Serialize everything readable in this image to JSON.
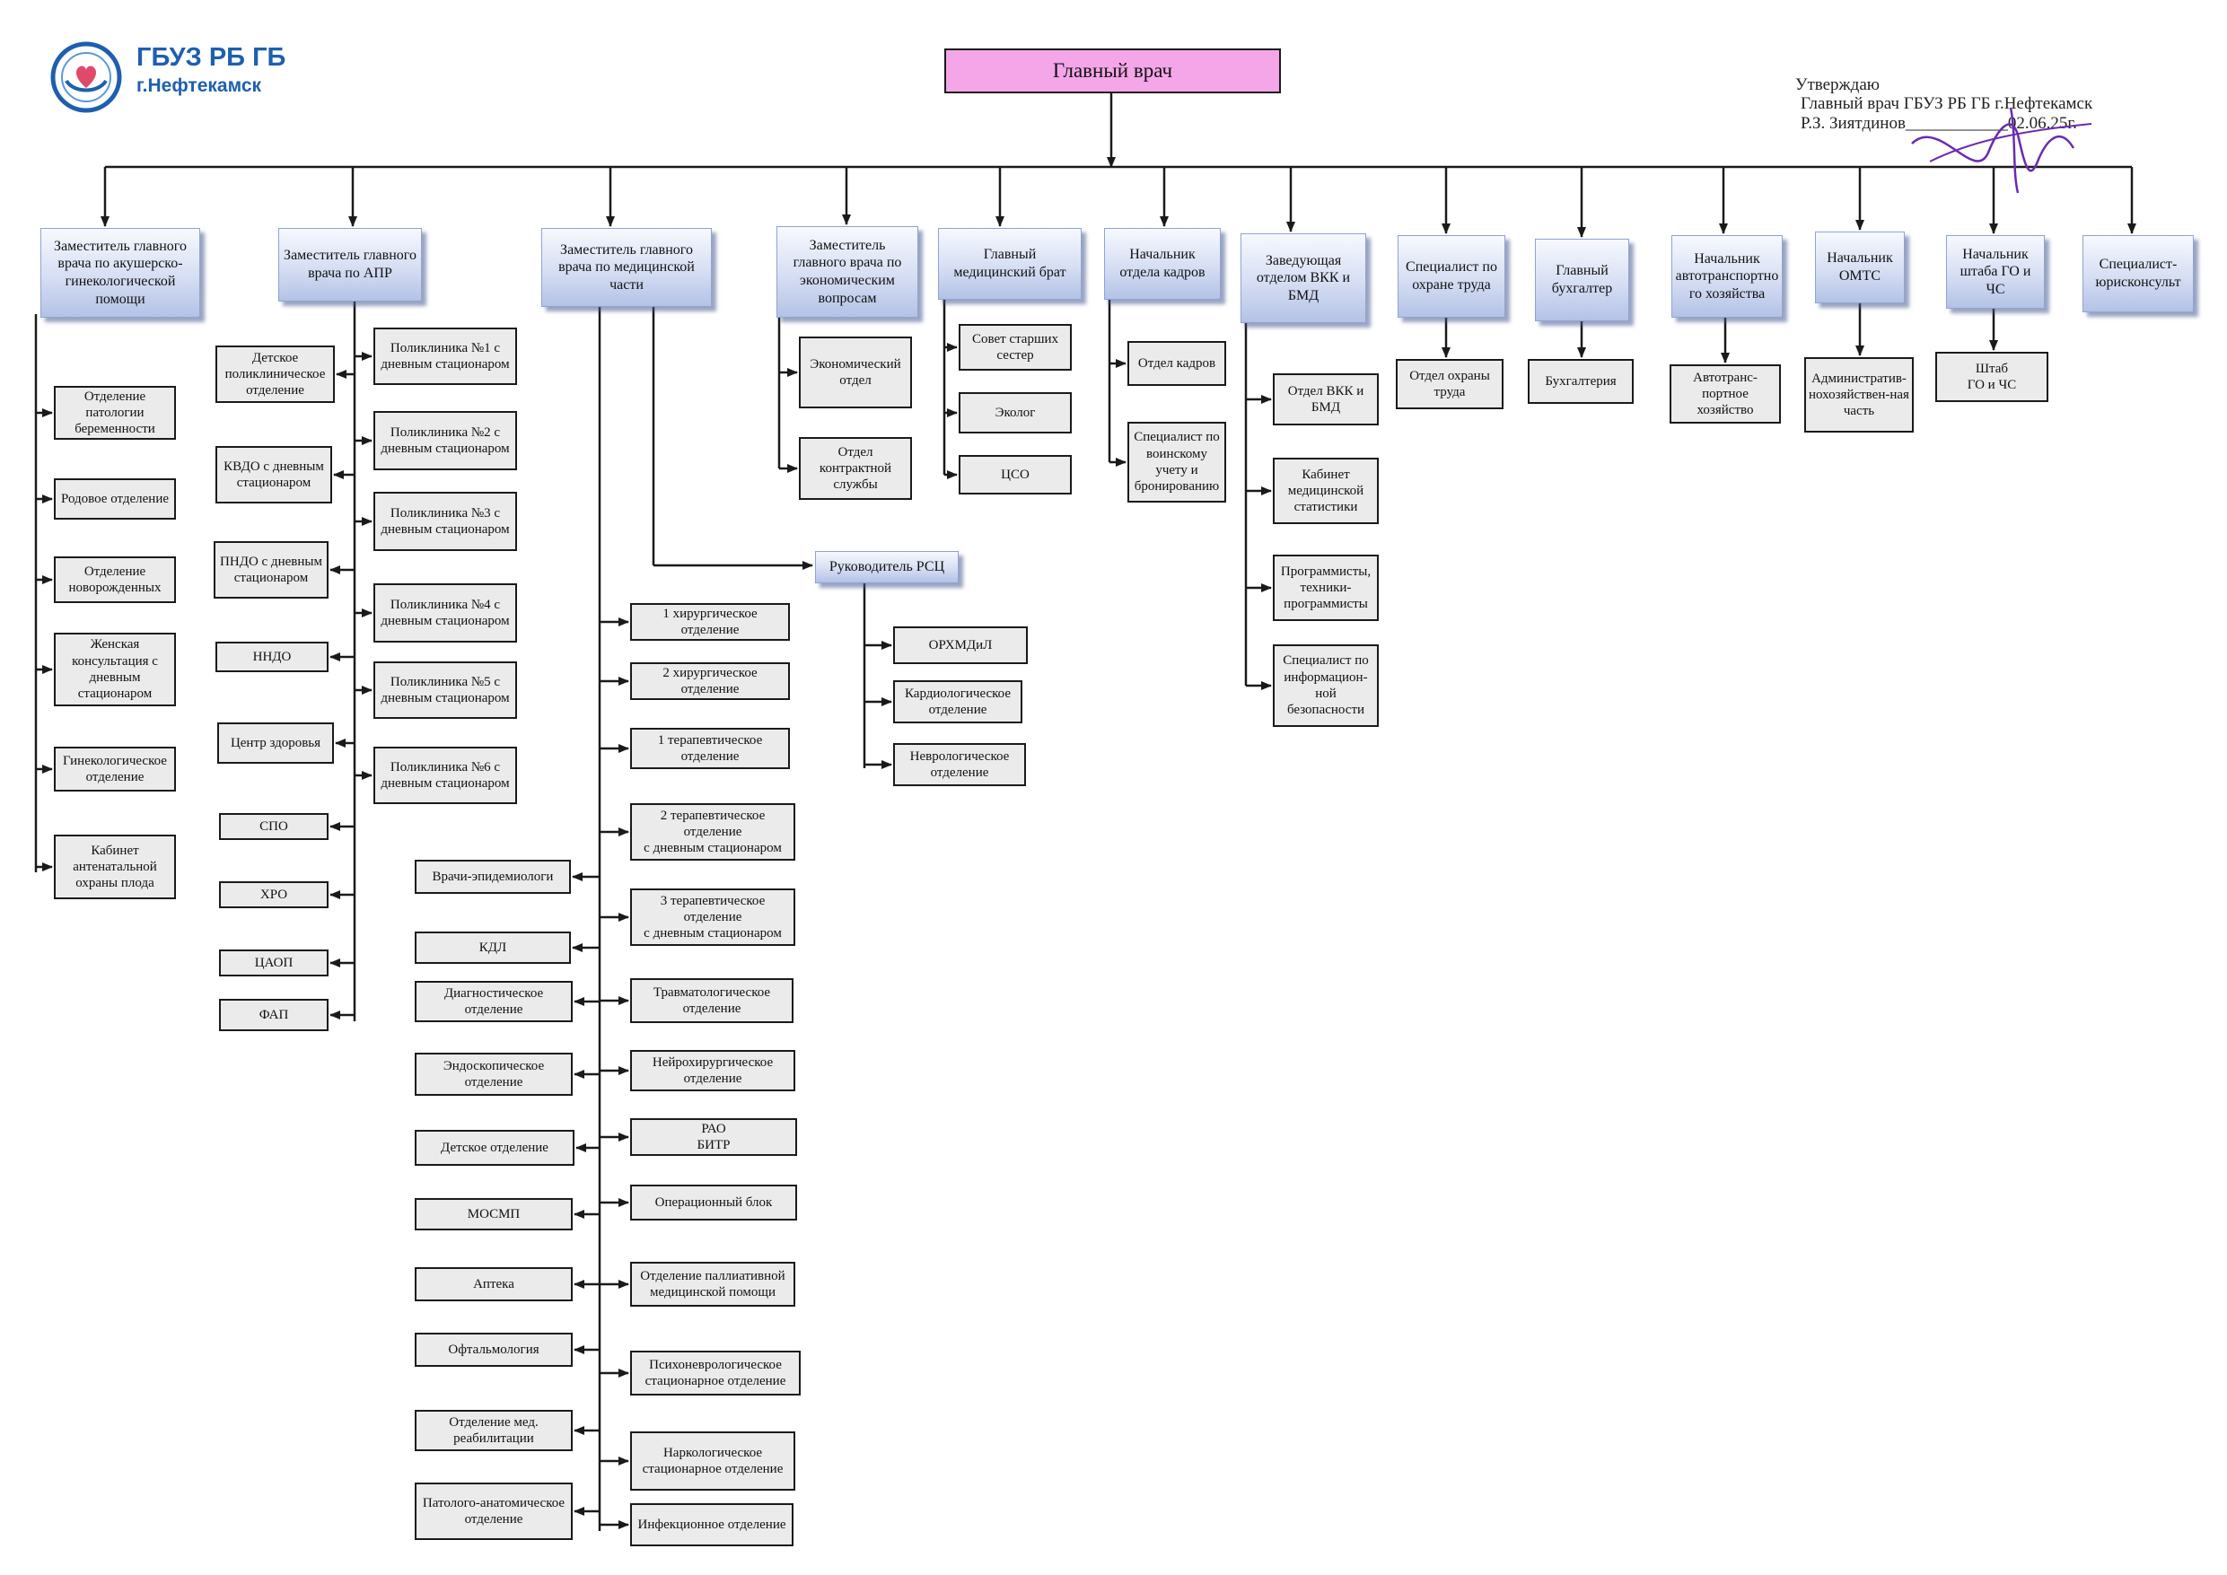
{
  "header": {
    "logo_name": "ГБУЗ РБ ГБ",
    "logo_city": "г.Нефтекамск",
    "approval": {
      "line1": "Утверждаю",
      "line2": "Главный врач ГБУЗ РБ ГБ г.Нефтекамск",
      "line3": "Р.З. Зиятдинов____________02.06.25г."
    }
  },
  "chief": "Главный врач",
  "heads": {
    "obstetrics": "Заместитель главного врача по акушерско-гинекологической помощи",
    "apr": "Заместитель главного врача  по АПР",
    "medical": "Заместитель главного врача по медицинской части",
    "economic": "Заместитель главного врача по экономическим вопросам",
    "nurse": "Главный медицинский брат",
    "hr": "Начальник отдела кадров",
    "vkk": "Заведующая отделом ВКК и БМД",
    "labor": "Специалист по охране труда",
    "accountant": "Главный бухгалтер",
    "transport": "Начальник автотранспортно го хозяйства",
    "omts": "Начальник ОМТС",
    "staff": "Начальник штаба ГО и  ЧС",
    "legal": "Специалист-юрисконсульт",
    "rsc": "Руководитель РСЦ"
  },
  "obstetrics_units": [
    "Отделение патологии беременности",
    "Родовое отделение",
    "Отделение новорожденных",
    "Женская консультация с дневным стационаром",
    "Гинекологическое отделение",
    "Кабинет антенатальной охраны плода"
  ],
  "apr_left_units": [
    "Детское поликлиническое отделение",
    "КВДО с дневным стационаром",
    "ПНДО с дневным стационаром",
    "ННДО",
    "Центр здоровья",
    "СПО",
    "ХРО",
    "ЦАОП",
    "ФАП"
  ],
  "apr_right_units": [
    "Поликлиника №1 с дневным стационаром",
    "Поликлиника №2 с дневным стационаром",
    "Поликлиника №3 с дневным стационаром",
    "Поликлиника №4 с дневным стационаром",
    "Поликлиника №5 с дневным стационаром",
    "Поликлиника №6 с дневным стационаром"
  ],
  "medical_left_units": [
    "Врачи-эпидемиологи",
    "КДЛ",
    "Диагностическое отделение",
    "Эндоскопическое отделение",
    "Детское отделение",
    "МОСМП",
    "Аптека",
    "Офтальмология",
    "Отделение мед. реабилитации",
    "Патолого-анатомическое отделение"
  ],
  "medical_right_units": [
    "1 хирургическое отделение",
    "2 хирургическое отделение",
    "1 терапевтическое отделение",
    "2 терапевтическое отделение\nс дневным стационаром",
    "3 терапевтическое отделение\nс дневным стационаром",
    "Травматологическое отделение",
    "Нейрохирургическое отделение",
    "РАО\nБИТР",
    "Операционный блок",
    "Отделение паллиативной медицинской помощи",
    "Психоневрологическое стационарное отделение",
    "Наркологическое стационарное отделение",
    "Инфекционное отделение"
  ],
  "rsc_units": [
    "ОРХМДиЛ",
    "Кардиологическое отделение",
    "Неврологическое отделение"
  ],
  "economic_units": [
    "Экономический отдел",
    "Отдел контрактной службы"
  ],
  "nurse_units": [
    "Совет старших сестер",
    "Эколог",
    "ЦСО"
  ],
  "hr_units": [
    "Отдел кадров",
    "Специалист по воинскому учету и бронированию"
  ],
  "vkk_units": [
    "Отдел ВКК и БМД",
    "Кабинет медицинской статистики",
    "Программисты, техники-программисты",
    "Специалист по информацион-ной безопасности"
  ],
  "labor_units": [
    "Отдел охраны труда"
  ],
  "accountant_units": [
    "Бухгалтерия"
  ],
  "transport_units": [
    "Автотранс-портное хозяйство"
  ],
  "omts_units": [
    "Административ-нохозяйствен-ная часть"
  ],
  "staff_units": [
    "Штаб\nГО и  ЧС"
  ],
  "colors": {
    "chief_fill": "#f4a6e8",
    "head_fill": "#c6d2ee",
    "unit_fill": "#ebebeb",
    "line": "#1a1a1a",
    "logo": "#1e5fae"
  }
}
